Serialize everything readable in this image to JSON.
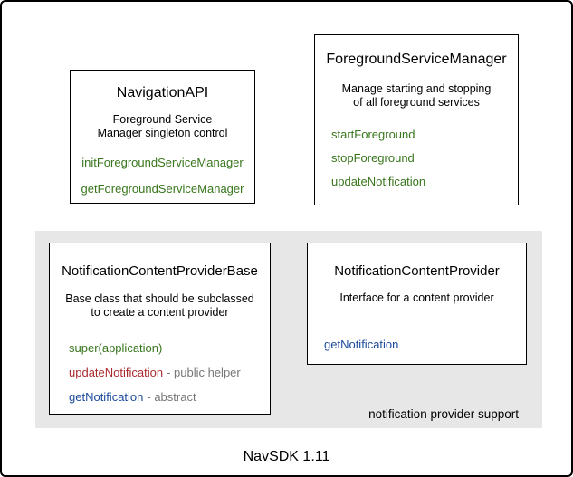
{
  "diagram": {
    "caption": "NavSDK 1.11",
    "group_label": "notification provider support"
  },
  "colors": {
    "method_green": "#38761d",
    "method_red": "#ab2a2e",
    "method_blue": "#1b4a9b",
    "suffix_gray": "#777777",
    "group_background": "#e7e7e7",
    "border": "#000000"
  },
  "boxes": [
    {
      "id": "navigation-api",
      "title": "NavigationAPI",
      "description": [
        "Foreground Service",
        "Manager singleton control"
      ],
      "methods": [
        {
          "label": "initForegroundServiceManager",
          "color": "green",
          "suffix": ""
        },
        {
          "label": "getForegroundServiceManager",
          "color": "green",
          "suffix": ""
        }
      ]
    },
    {
      "id": "foreground-service-manager",
      "title": "ForegroundServiceManager",
      "description": [
        "Manage starting and stopping",
        "of all foreground services"
      ],
      "methods": [
        {
          "label": "startForeground",
          "color": "green",
          "suffix": ""
        },
        {
          "label": "stopForeground",
          "color": "green",
          "suffix": ""
        },
        {
          "label": "updateNotification",
          "color": "green",
          "suffix": ""
        }
      ]
    },
    {
      "id": "notification-content-provider-base",
      "title": "NotificationContentProviderBase",
      "description": [
        "Base class that should be subclassed",
        "to create a content provider"
      ],
      "methods": [
        {
          "label": "super(application)",
          "color": "green",
          "suffix": ""
        },
        {
          "label": "updateNotification",
          "color": "red",
          "suffix": "- public helper"
        },
        {
          "label": "getNotification",
          "color": "blue",
          "suffix": "- abstract"
        }
      ]
    },
    {
      "id": "notification-content-provider",
      "title": "NotificationContentProvider",
      "description": [
        "Interface for a content provider"
      ],
      "methods": [
        {
          "label": "getNotification",
          "color": "blue",
          "suffix": ""
        }
      ]
    }
  ]
}
